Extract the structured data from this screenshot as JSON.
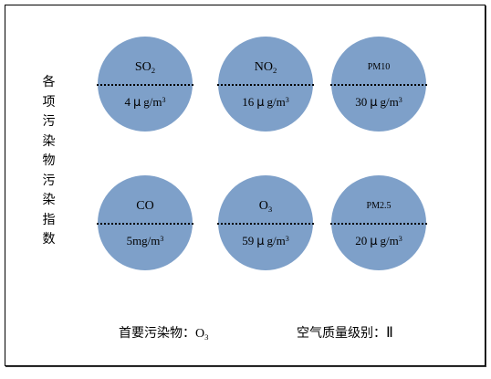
{
  "side_label": "各项污染物污染指数",
  "colors": {
    "bubble_fill": "#7ea0c9",
    "divider": "#000000",
    "frame": "#000000"
  },
  "pollutants": [
    {
      "name": "SO",
      "sub": "2",
      "value": "4",
      "unit": "μg/m",
      "unit_exp": "3"
    },
    {
      "name": "NO",
      "sub": "2",
      "value": "16",
      "unit": "μg/m",
      "unit_exp": "3"
    },
    {
      "name": "PM10",
      "value": "30",
      "unit": "μg/m",
      "unit_exp": "3"
    },
    {
      "name": "CO",
      "value": "5",
      "unit": "mg/m",
      "unit_exp": "3"
    },
    {
      "name": "O",
      "sub": "3",
      "value": "59",
      "unit": "μg/m",
      "unit_exp": "3"
    },
    {
      "name": "PM2.5",
      "value": "20",
      "unit": "μg/m",
      "unit_exp": "3"
    }
  ],
  "summary": {
    "primary_label": "首要污染物：",
    "primary_name": "O",
    "primary_sub": "3",
    "grade_label": "空气质量级别：",
    "grade_value": "Ⅱ"
  }
}
